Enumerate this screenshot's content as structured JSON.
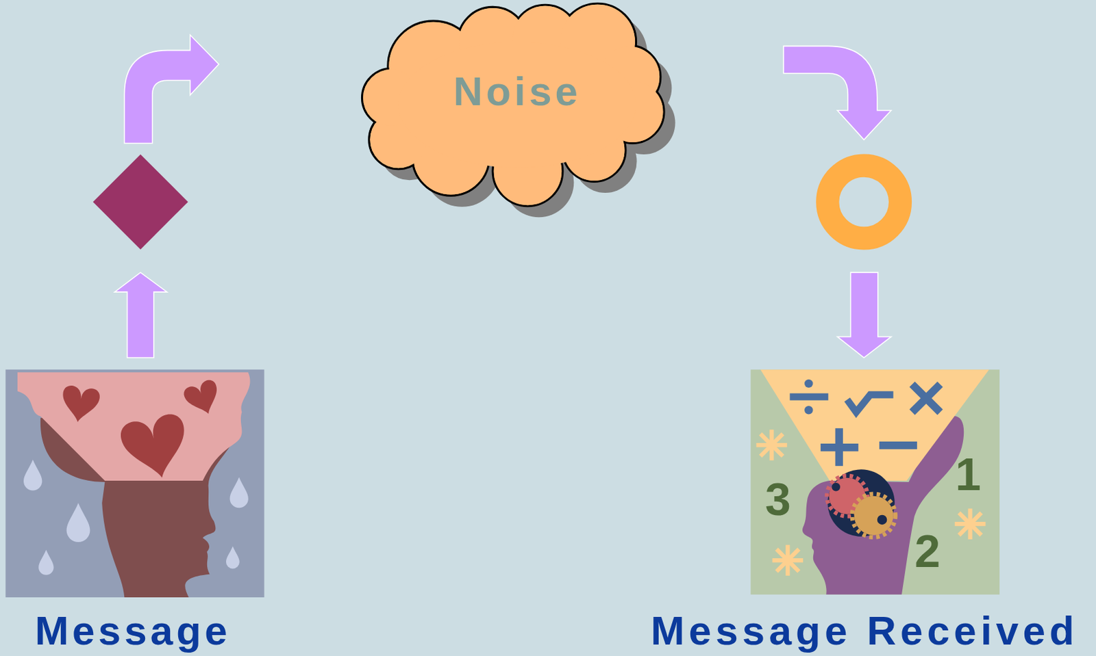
{
  "diagram": {
    "nodes": [
      {
        "text": [
          "Message"
        ]
      },
      {
        "text": [
          "Noise"
        ]
      },
      {
        "text": [
          "Message Received"
        ]
      }
    ],
    "labels": [
      "3",
      "1",
      "2"
    ]
  }
}
